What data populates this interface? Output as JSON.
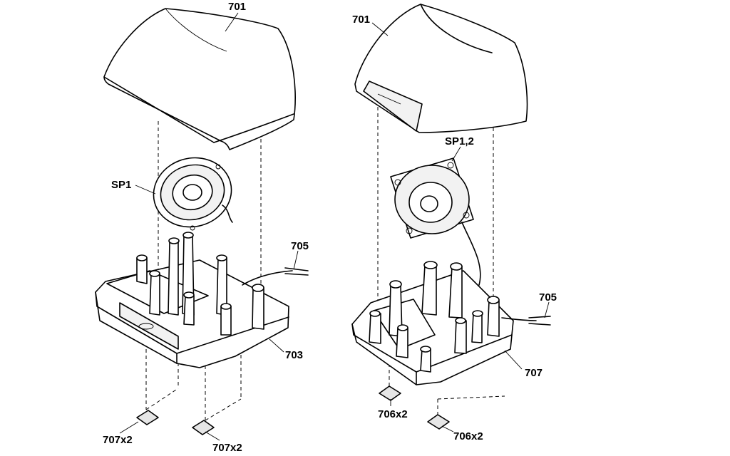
{
  "left_figure": {
    "cover_label": "701",
    "speaker_label": "SP1",
    "cable_label": "705",
    "base_label": "703",
    "foot_label_a": "707x2",
    "foot_label_b": "707x2"
  },
  "right_figure": {
    "cover_label": "701",
    "speaker_label": "SP1,2",
    "cable_label": "705",
    "base_label": "707",
    "foot_label_a": "706x2",
    "foot_label_b": "706x2"
  }
}
